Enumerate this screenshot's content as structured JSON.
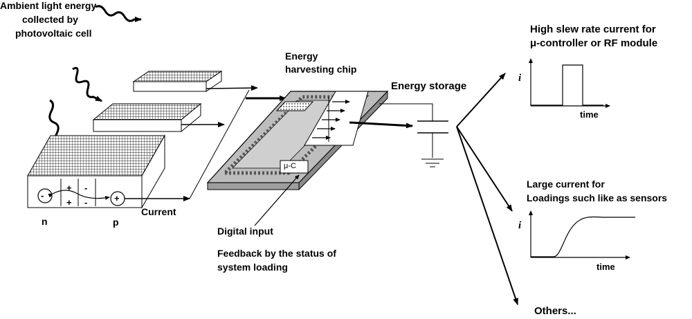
{
  "labels": {
    "ambient_line1": "Ambient light energy",
    "ambient_line2": "collected by",
    "ambient_line3": "photovoltaic cell",
    "chip_line1": "Energy",
    "chip_line2": "harvesting chip",
    "storage": "Energy storage",
    "current": "Current",
    "n": "n",
    "p": "p",
    "digital_input": "Digital input",
    "feedback_line1": "Feedback by the status of",
    "feedback_line2": "system loading",
    "mu_c": "μ-C",
    "top_title_line1": "High slew rate current for",
    "top_title_line2": "μ-controller or RF module",
    "mid_title_line1": "Large current for",
    "mid_title_line2": "Loadings such like as sensors",
    "others": "Others...",
    "axis_i": "i",
    "axis_time": "time",
    "sign_minus": "-",
    "sign_plus": "+"
  },
  "colors": {
    "line": "#000000",
    "chip_gray": "#bdbdbd",
    "panel_white": "#ffffff"
  }
}
